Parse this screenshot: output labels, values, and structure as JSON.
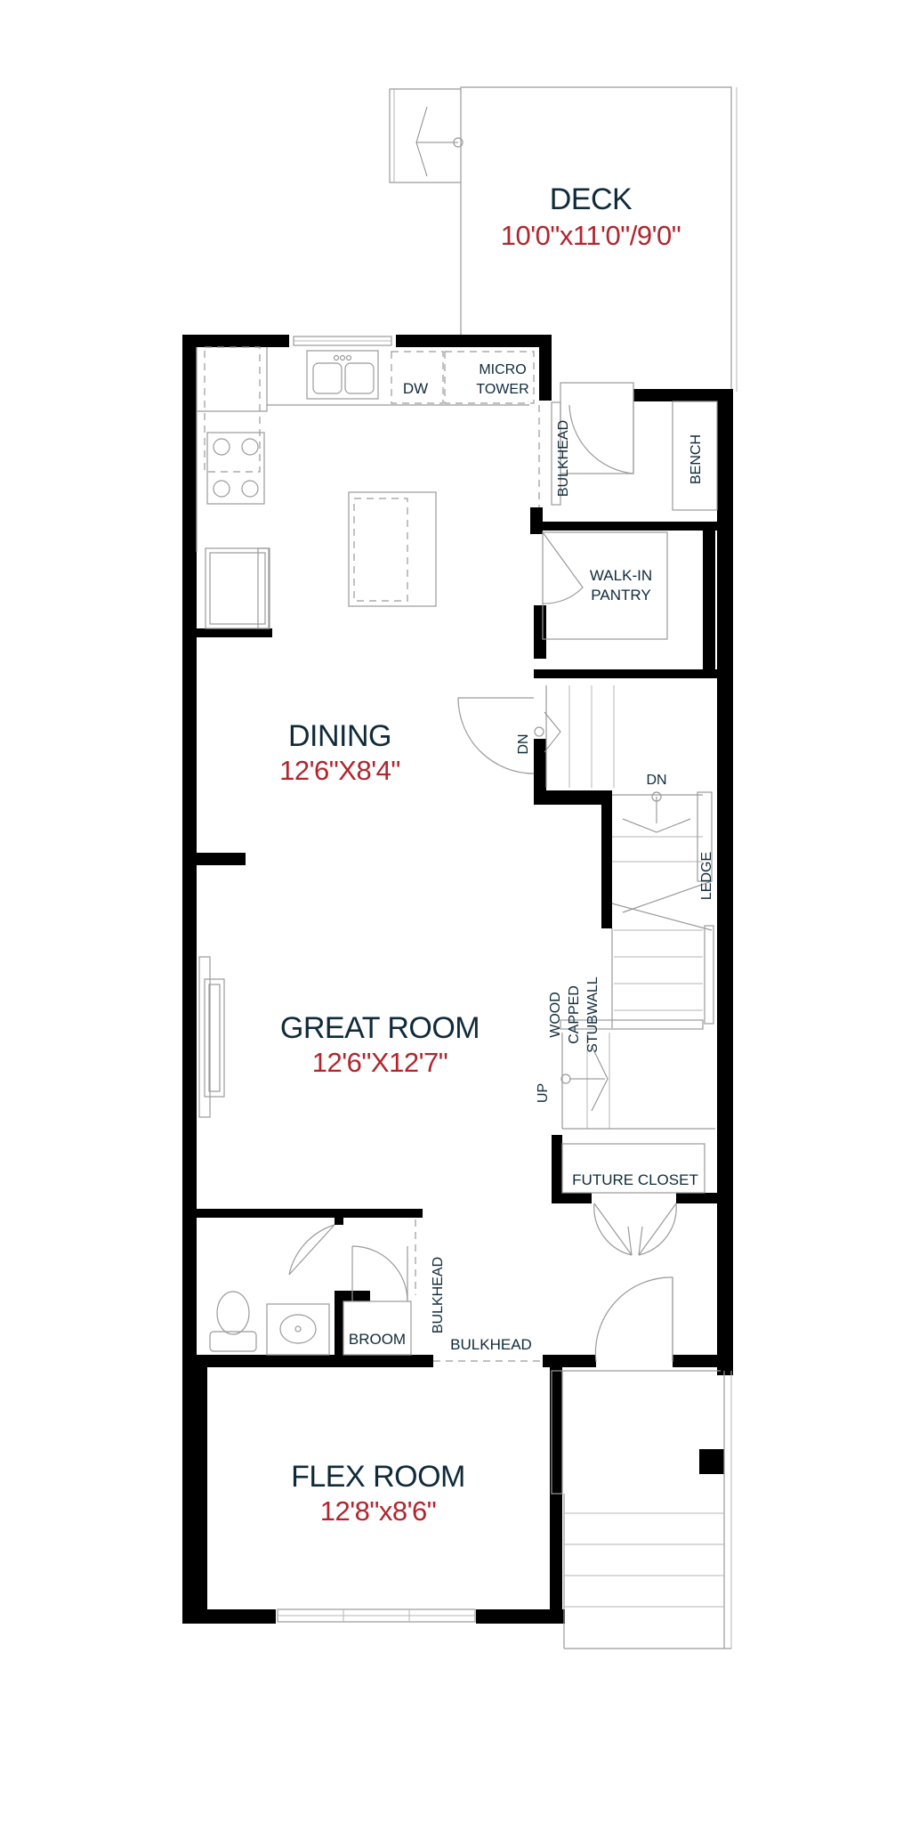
{
  "rooms": {
    "deck": {
      "name": "DECK",
      "dims": "10'0\"x11'0\"/9'0\""
    },
    "dining": {
      "name": "DINING",
      "dims": "12'6\"X8'4\""
    },
    "great_room": {
      "name": "GREAT ROOM",
      "dims": "12'6\"X12'7\""
    },
    "flex_room": {
      "name": "FLEX ROOM",
      "dims": "12'8\"x8'6\""
    }
  },
  "labels": {
    "dw": "DW",
    "micro_line1": "MICRO",
    "micro_line2": "TOWER",
    "bulkhead": "BULKHEAD",
    "bench": "BENCH",
    "walkin_line1": "WALK-IN",
    "walkin_line2": "PANTRY",
    "dn": "DN",
    "ledge": "LEDGE",
    "stub_line1": "WOOD",
    "stub_line2": "CAPPED",
    "stub_line3": "STUBWALL",
    "up": "UP",
    "future_closet": "FUTURE CLOSET",
    "broom": "BROOM"
  },
  "colors": {
    "wall": "#000000",
    "room_name": "#0f2a3a",
    "room_dims": "#b0262d"
  }
}
